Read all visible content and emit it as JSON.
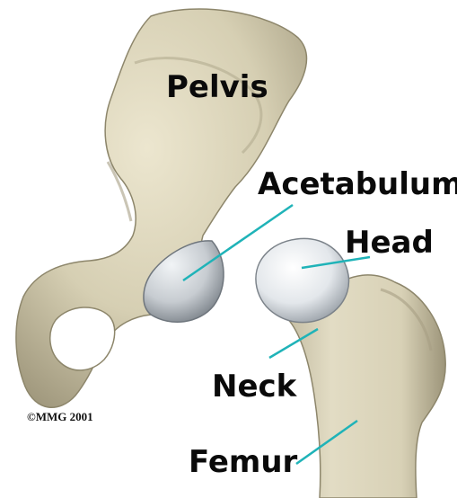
{
  "labels": {
    "pelvis": "Pelvis",
    "acetabulum": "Acetabulum",
    "head": "Head",
    "neck": "Neck",
    "femur": "Femur"
  },
  "copyright": "©MMG 2001",
  "colors": {
    "bone": "#d9d2b8",
    "bone_shadow": "#a59d82",
    "cartilage": "#e6eaee",
    "pointer_line": "#1fb3b8",
    "label_text": "#0a0a0a"
  }
}
